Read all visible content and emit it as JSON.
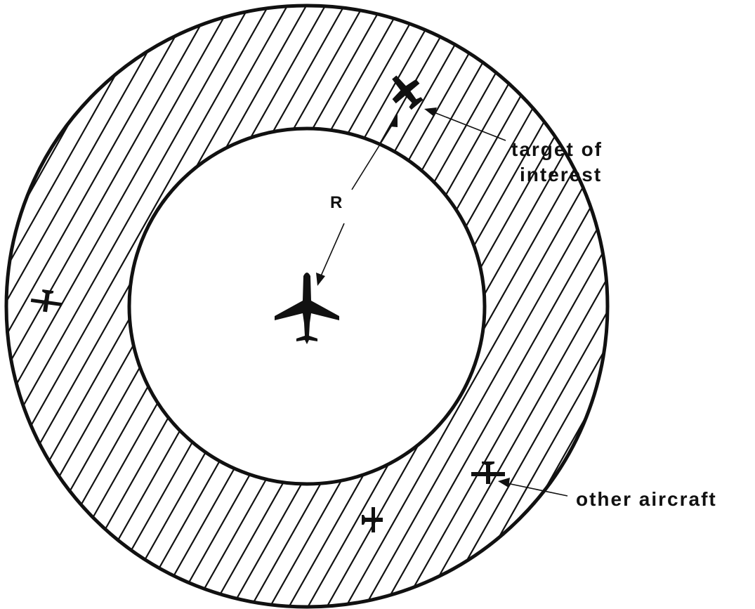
{
  "diagram": {
    "labels": {
      "range": "R",
      "target_line1": "target of",
      "target_line2": "interest",
      "other": "other aircraft"
    },
    "colors": {
      "ink": "#111111",
      "background": "#ffffff"
    },
    "icons": {
      "own_aircraft": "airliner-icon",
      "target": "small-plane-icon",
      "others": "small-plane-icon"
    }
  }
}
